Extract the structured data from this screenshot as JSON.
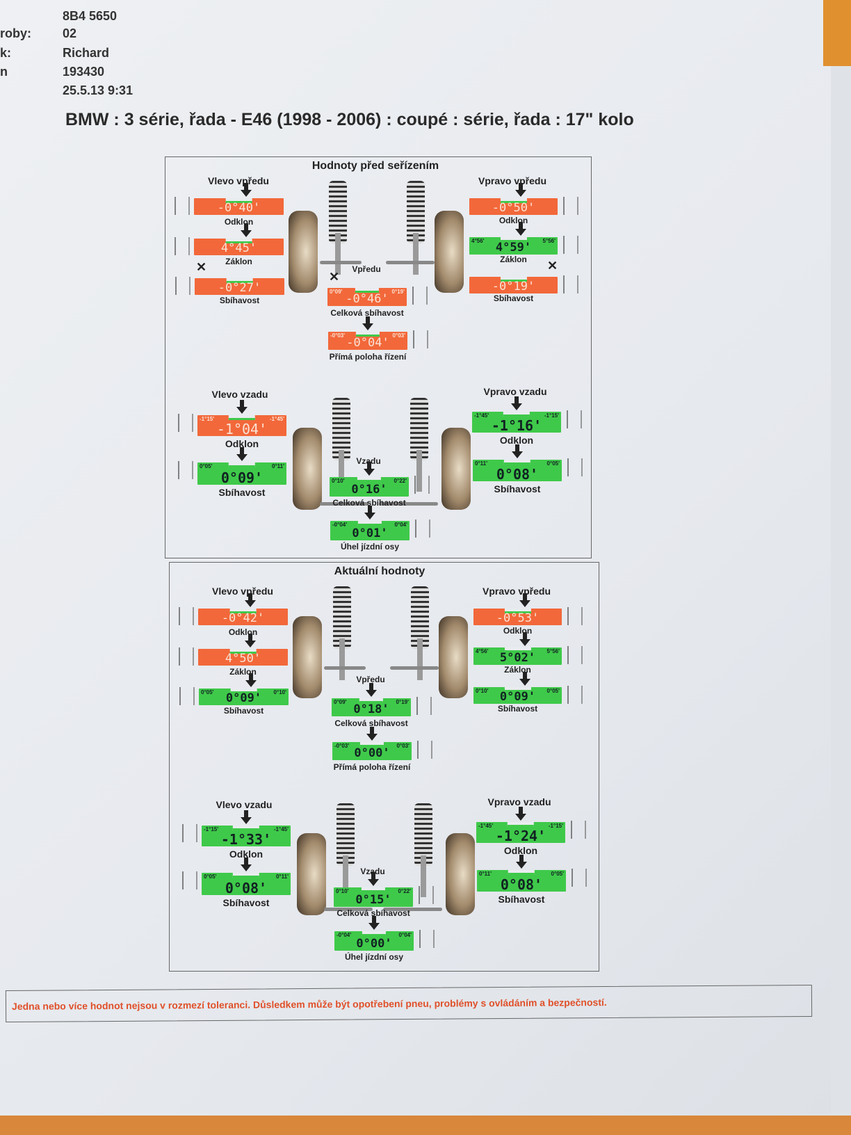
{
  "header": {
    "labels": [
      "roby:",
      "k:",
      "n"
    ],
    "values": [
      "8B4 5650",
      "02",
      "Richard",
      "193430",
      "25.5.13 9:31"
    ]
  },
  "title": "BMW : 3 série, řada - E46 (1998 - 2006) : coupé : série, řada : 17\" kolo",
  "colors": {
    "out_of_tolerance": "#f2683a",
    "in_tolerance": "#3fc94a",
    "warning_text": "#e0502a"
  },
  "panels": [
    {
      "title": "Hodnoty před seřízením",
      "groups": {
        "lf": "Vlevo vpředu",
        "rf": "Vpravo vpředu",
        "front": "Vpředu",
        "lr": "Vlevo vzadu",
        "rr": "Vpravo vzadu",
        "rear": "Vzadu"
      },
      "measurements": [
        {
          "label": "Odklon",
          "value": "-0°40'",
          "status": "red",
          "min": "",
          "max": ""
        },
        {
          "label": "Záklon",
          "value": "4°45'",
          "status": "red",
          "min": "",
          "max": ""
        },
        {
          "label": "Sbíhavost",
          "value": "-0°27'",
          "status": "red",
          "min": "",
          "max": ""
        },
        {
          "label": "Odklon",
          "value": "-0°50'",
          "status": "red",
          "min": "",
          "max": ""
        },
        {
          "label": "Záklon",
          "value": "4°59'",
          "status": "green",
          "min": "4°56'",
          "max": "5°56'"
        },
        {
          "label": "Sbíhavost",
          "value": "-0°19'",
          "status": "red",
          "min": "",
          "max": ""
        },
        {
          "label": "Celková sbíhavost",
          "value": "-0°46'",
          "status": "red",
          "min": "0°09'",
          "max": "0°19'"
        },
        {
          "label": "Přímá poloha řízení",
          "value": "-0°04'",
          "status": "red",
          "min": "-0°03'",
          "max": "0°03'"
        },
        {
          "label": "Odklon",
          "value": "-1°04'",
          "status": "red",
          "min": "-1°15'",
          "max": "-1°45'"
        },
        {
          "label": "Sbíhavost",
          "value": "0°09'",
          "status": "green",
          "min": "0°05'",
          "max": "0°11'"
        },
        {
          "label": "Odklon",
          "value": "-1°16'",
          "status": "green",
          "min": "-1°45'",
          "max": "-1°15'"
        },
        {
          "label": "Sbíhavost",
          "value": "0°08'",
          "status": "green",
          "min": "0°11'",
          "max": "0°05'"
        },
        {
          "label": "Celková sbíhavost",
          "value": "0°16'",
          "status": "green",
          "min": "0°10'",
          "max": "0°22'"
        },
        {
          "label": "Úhel jízdní osy",
          "value": "0°01'",
          "status": "green",
          "min": "-0°04'",
          "max": "0°04'"
        }
      ]
    },
    {
      "title": "Aktuální hodnoty",
      "groups": {
        "lf": "Vlevo vpředu",
        "rf": "Vpravo vpředu",
        "front": "Vpředu",
        "lr": "Vlevo vzadu",
        "rr": "Vpravo vzadu",
        "rear": "Vzadu"
      },
      "measurements": [
        {
          "label": "Odklon",
          "value": "-0°42'",
          "status": "red",
          "min": "",
          "max": ""
        },
        {
          "label": "Záklon",
          "value": "4°50'",
          "status": "red",
          "min": "",
          "max": ""
        },
        {
          "label": "Sbíhavost",
          "value": "0°09'",
          "status": "green",
          "min": "0°05'",
          "max": "0°10'"
        },
        {
          "label": "Odklon",
          "value": "-0°53'",
          "status": "red",
          "min": "",
          "max": ""
        },
        {
          "label": "Záklon",
          "value": "5°02'",
          "status": "green",
          "min": "4°56'",
          "max": "5°56'"
        },
        {
          "label": "Sbíhavost",
          "value": "0°09'",
          "status": "green",
          "min": "0°10'",
          "max": "0°05'"
        },
        {
          "label": "Celková sbíhavost",
          "value": "0°18'",
          "status": "green",
          "min": "0°09'",
          "max": "0°19'"
        },
        {
          "label": "Přímá poloha řízení",
          "value": "0°00'",
          "status": "green",
          "min": "-0°03'",
          "max": "0°03'"
        },
        {
          "label": "Odklon",
          "value": "-1°33'",
          "status": "green",
          "min": "-1°15'",
          "max": "-1°45'"
        },
        {
          "label": "Sbíhavost",
          "value": "0°08'",
          "status": "green",
          "min": "0°05'",
          "max": "0°11'"
        },
        {
          "label": "Odklon",
          "value": "-1°24'",
          "status": "green",
          "min": "-1°45'",
          "max": "-1°15'"
        },
        {
          "label": "Sbíhavost",
          "value": "0°08'",
          "status": "green",
          "min": "0°11'",
          "max": "0°05'"
        },
        {
          "label": "Celková sbíhavost",
          "value": "0°15'",
          "status": "green",
          "min": "0°10'",
          "max": "0°22'"
        },
        {
          "label": "Úhel jízdní osy",
          "value": "0°00'",
          "status": "green",
          "min": "-0°04'",
          "max": "0°04'"
        }
      ]
    }
  ],
  "footer": {
    "warning": "Jedna nebo více hodnot nejsou v rozmezí toleranci.  Důsledkem může být opotřebení pneu, problémy s ovládáním a bezpečností."
  }
}
